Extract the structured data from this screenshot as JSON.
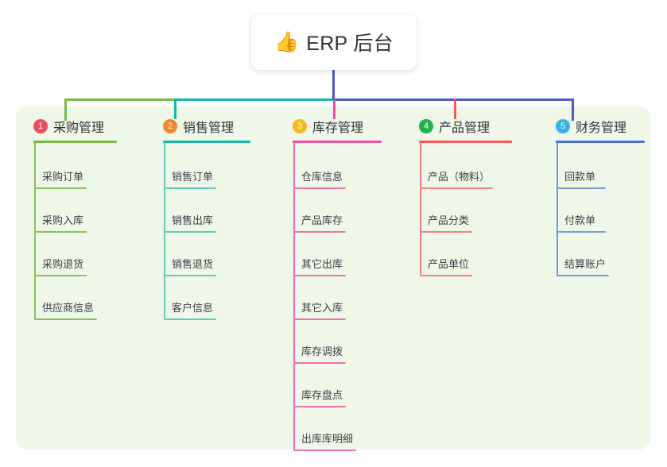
{
  "diagram": {
    "type": "mindmap",
    "root": {
      "emoji": "👍",
      "emoji_name": "thumbs-up-icon",
      "title": "ERP 后台"
    },
    "canvas_color": "#eef7e8",
    "bus_colors": [
      "#7ab648",
      "#14b8a6",
      "#4a5ac4"
    ],
    "columns": [
      {
        "number": "1",
        "title": "采购管理",
        "badge_color": "#ef4b5e",
        "line_color": "#7ab648",
        "leaf_color": "#8dc15a",
        "drop_color": "#7ab648",
        "items": [
          "采购订单",
          "采购入库",
          "采购退货",
          "供应商信息"
        ]
      },
      {
        "number": "2",
        "title": "销售管理",
        "badge_color": "#f2862f",
        "line_color": "#14b8a6",
        "leaf_color": "#63c9bd",
        "drop_color": "#14b8a6",
        "items": [
          "销售订单",
          "销售出库",
          "销售退货",
          "客户信息"
        ]
      },
      {
        "number": "3",
        "title": "库存管理",
        "badge_color": "#f5b820",
        "line_color": "#ef4ba0",
        "leaf_color": "#ef6fb0",
        "drop_color": "#ef4ba0",
        "items": [
          "仓库信息",
          "产品库存",
          "其它出库",
          "其它入库",
          "库存调拨",
          "库存盘点",
          "出库库明细"
        ]
      },
      {
        "number": "4",
        "title": "产品管理",
        "badge_color": "#22b14c",
        "line_color": "#f4565b",
        "leaf_color": "#f88080",
        "drop_color": "#f4565b",
        "items": [
          "产品（物料）",
          "产品分类",
          "产品单位"
        ]
      },
      {
        "number": "5",
        "title": "财务管理",
        "badge_color": "#36b3e8",
        "line_color": "#4a6fd4",
        "leaf_color": "#7d97dd",
        "drop_color": "#4a5ac4",
        "items": [
          "回款单",
          "付款单",
          "结算账户"
        ]
      }
    ]
  }
}
